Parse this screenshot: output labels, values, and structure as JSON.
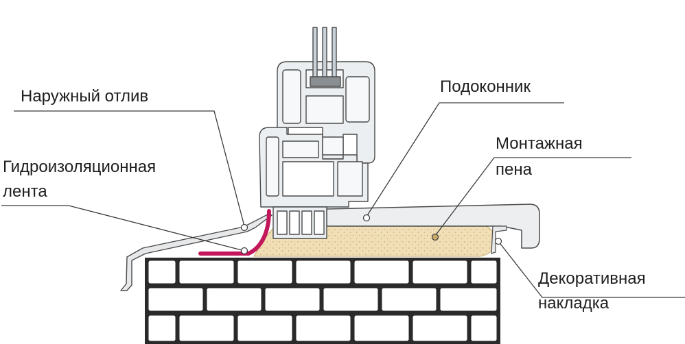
{
  "labels": {
    "outer_drip": "Наружный отлив",
    "waterproof_tape_line1": "Гидроизоляционная",
    "waterproof_tape_line2": "лента",
    "sill": "Подоконник",
    "foam_line1": "Монтажная",
    "foam_line2": "пена",
    "decor_line1": "Декоративная",
    "decor_line2": "накладка"
  },
  "colors": {
    "frame": "#eceff1",
    "frame_stroke": "#4a4a4a",
    "sill": "#eceeef",
    "foam": "#f1dfb8",
    "foam_dots": "#d6b77c",
    "tape": "#c2185b",
    "brick": "#ffffff",
    "mortar": "#2a2a2a",
    "leader": "#3a3a3a"
  }
}
